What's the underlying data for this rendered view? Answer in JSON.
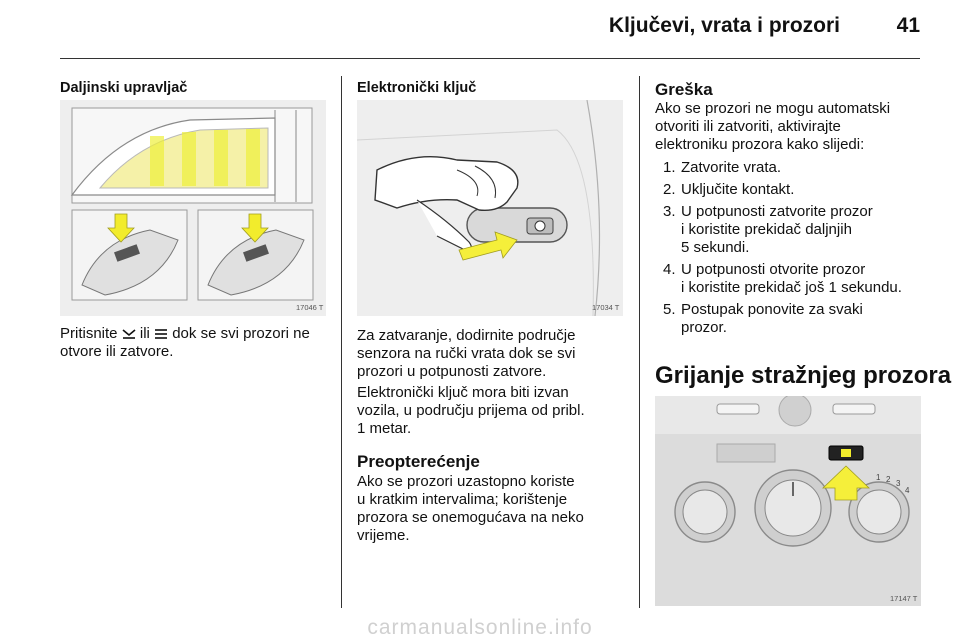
{
  "header": {
    "title": "Ključevi, vrata i prozori",
    "page_number": "41"
  },
  "col1": {
    "heading": "Daljinski upravljač",
    "figure_code": "17046 T",
    "text_before": "Pritisnite",
    "text_middle": "ili",
    "text_after": "dok se svi prozori ne",
    "text_line2": "otvore ili zatvore.",
    "icons": [
      "window-close-icon",
      "window-open-icon"
    ]
  },
  "col2": {
    "heading": "Elektronički ključ",
    "figure_code": "17034 T",
    "para1_lines": [
      "Za zatvaranje, dodirnite područje",
      "senzora na ručki vrata dok se svi",
      "prozori u potpunosti zatvore."
    ],
    "para2_lines": [
      "Elektronički ključ mora biti izvan",
      "vozila, u području prijema od pribl.",
      "1 metar."
    ],
    "subheading": "Preopterećenje",
    "para3_lines": [
      "Ako se prozori uzastopno koriste",
      "u kratkim intervalima; korištenje",
      "prozora se onemogućava na neko",
      "vrijeme."
    ]
  },
  "col3": {
    "subheading": "Greška",
    "intro_lines": [
      "Ako se prozori ne mogu automatski",
      "otvoriti ili zatvoriti, aktivirajte",
      "elektroniku prozora kako slijedi:"
    ],
    "steps": [
      {
        "num": "1.",
        "lines": [
          "Zatvorite vrata."
        ]
      },
      {
        "num": "2.",
        "lines": [
          "Uključite kontakt."
        ]
      },
      {
        "num": "3.",
        "lines": [
          "U potpunosti zatvorite prozor",
          "i koristite prekidač daljnjih",
          "5 sekundi."
        ]
      },
      {
        "num": "4.",
        "lines": [
          "U potpunosti otvorite prozor",
          "i koristite prekidač još 1 sekundu."
        ]
      },
      {
        "num": "5.",
        "lines": [
          "Postupak ponovite za svaki",
          "prozor."
        ]
      }
    ],
    "big_heading": "Grijanje stražnjeg prozora",
    "figure_code": "17147 T",
    "dial_labels": [
      "1",
      "2",
      "3",
      "4"
    ]
  },
  "watermark": "carmanualsonline.info",
  "colors": {
    "highlight_yellow": "#f2ec2c",
    "arrow_yellow": "#f5ef3a",
    "divider": "#333333"
  }
}
